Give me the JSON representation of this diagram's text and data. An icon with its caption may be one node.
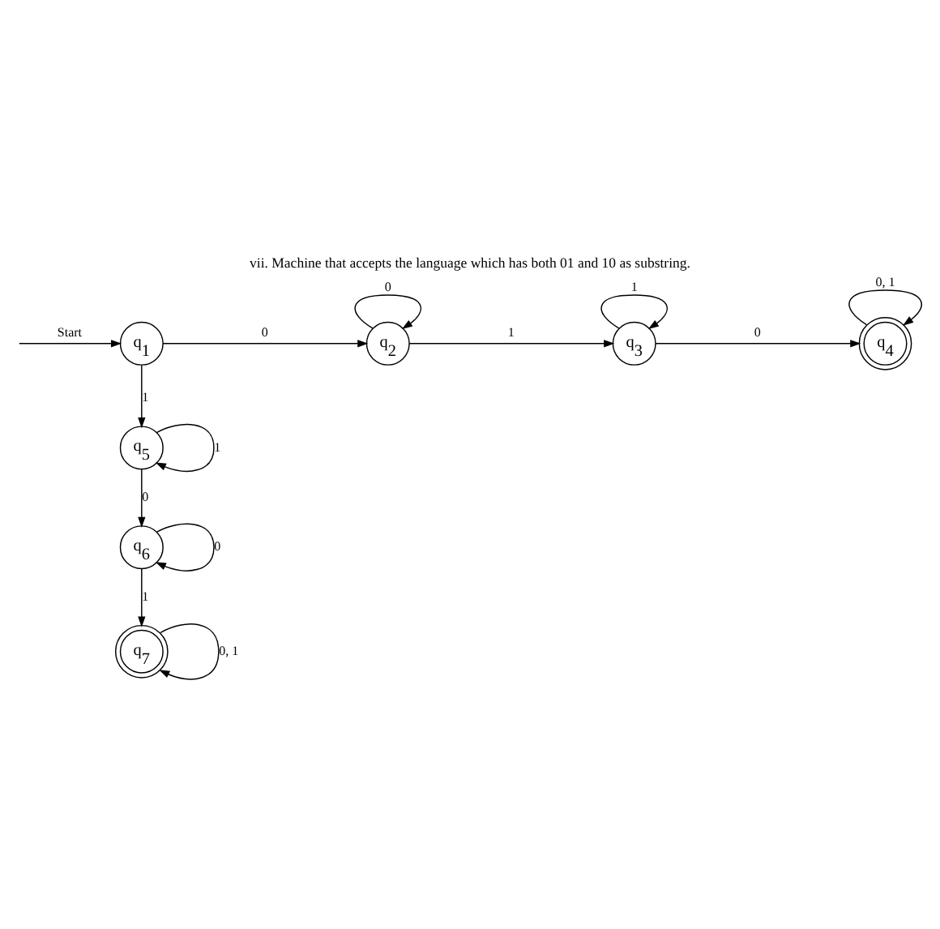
{
  "diagram": {
    "title": "vii. Machine that accepts the language which has both 01 and 10 as substring.",
    "nodes": [
      {
        "text": [
          "q$_{1}$"
        ]
      },
      {
        "text": [
          "q$_{2}$"
        ]
      },
      {
        "text": [
          "q$_{3}$"
        ]
      },
      {
        "text": [
          "q$_{4}$"
        ]
      },
      {
        "text": [
          "q$_{5}$"
        ]
      },
      {
        "text": [
          "q$_{6}$"
        ]
      },
      {
        "text": [
          "q$_{7}$"
        ]
      }
    ],
    "edges": [
      {
        "from": null,
        "to": 0,
        "arrow": "to",
        "label": "Start"
      },
      {
        "from": 0,
        "to": 1,
        "arrow": "to",
        "label": "0"
      },
      {
        "from": 1,
        "to": 1,
        "arrow": "to",
        "label": "0"
      },
      {
        "from": 1,
        "to": 2,
        "arrow": "to",
        "label": "1"
      },
      {
        "from": 2,
        "to": 2,
        "arrow": "to",
        "label": "1"
      },
      {
        "from": 2,
        "to": 3,
        "arrow": "to",
        "label": "0"
      },
      {
        "from": 3,
        "to": 3,
        "arrow": "to",
        "label": "0, 1"
      },
      {
        "from": 0,
        "to": 4,
        "arrow": "to",
        "label": "1"
      },
      {
        "from": 4,
        "to": 4,
        "arrow": "to",
        "label": "1"
      },
      {
        "from": 4,
        "to": 5,
        "arrow": "to",
        "label": "0"
      },
      {
        "from": 5,
        "to": 5,
        "arrow": "to",
        "label": "0"
      },
      {
        "from": 5,
        "to": 6,
        "arrow": "to",
        "label": "1"
      },
      {
        "from": 6,
        "to": 6,
        "arrow": "to",
        "label": "0, 1"
      }
    ]
  }
}
